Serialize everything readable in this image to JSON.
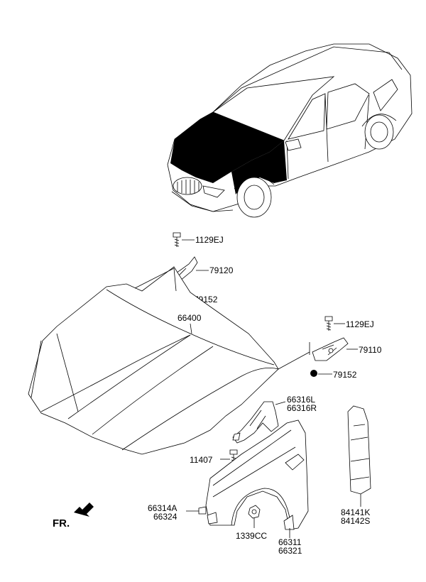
{
  "labels": {
    "bolt_1129ej_top": "1129EJ",
    "hinge_79120": "79120",
    "nut_79152_top": "79152",
    "hood_66400": "66400",
    "bolt_1129ej_right": "1129EJ",
    "hinge_79110": "79110",
    "nut_79152_right": "79152",
    "bracket_66316l": "66316L",
    "bracket_66316r": "66316R",
    "bolt_11407": "11407",
    "clip_66314a": "66314A",
    "clip_66324": "66324",
    "nut_1339cc": "1339CC",
    "fender_66311": "66311",
    "fender_66321": "66321",
    "panel_84141k": "84141K",
    "panel_84142s": "84142S",
    "front_indicator": "FR."
  },
  "icons": {
    "front_arrow": "arrow-left-down-icon"
  }
}
